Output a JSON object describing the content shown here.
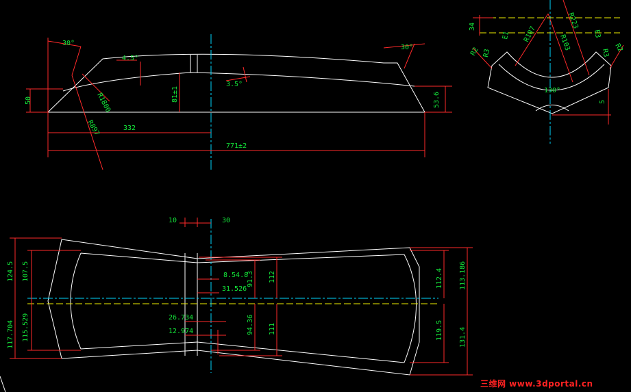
{
  "watermark": "三维网 www.3dportal.cn",
  "dims": {
    "side": {
      "a30l": "30°",
      "a45": "4.5°",
      "r1800": "R1800",
      "d81": "81±1",
      "a35": "3.5°",
      "a30r": "30°",
      "d50": "50",
      "d536": "53.6",
      "r897": "R897",
      "d332": "332",
      "d771": "771±2"
    },
    "end": {
      "d34": "34",
      "r2": "R2",
      "r3l": "R3",
      "e1": "E1",
      "r107": "R107",
      "r103": "R103",
      "r223": "R223",
      "e3": "E3",
      "r3r": "R3",
      "r2r": "R2",
      "a130": "130°",
      "d5": "5"
    },
    "top": {
      "d10": "10",
      "d30": "30",
      "d1245": "124.5",
      "d1075": "107.5",
      "d854": "8.54.8",
      "d31526": "31.526",
      "d913": "91.3",
      "d112": "112",
      "d1124": "112.4",
      "d113186": "113.186",
      "d26734": "26.734",
      "d12974": "12.974",
      "d9436": "94.36",
      "d111": "111",
      "d117704": "117.704",
      "d115529": "115.529",
      "d1195": "119.5",
      "d1314": "131.4"
    }
  }
}
